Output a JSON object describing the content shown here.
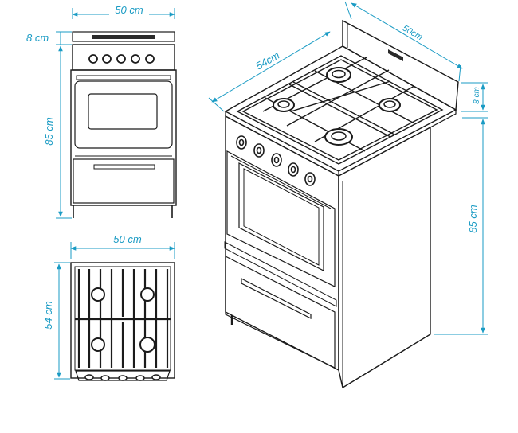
{
  "dimensions": {
    "front_width": "50 cm",
    "top_height": "8 cm",
    "front_height": "85 cm",
    "top_width": "50 cm",
    "top_depth": "54 cm",
    "iso_depth": "54cm",
    "iso_width": "50cm",
    "iso_top_height": "8 cm",
    "iso_height": "85 cm"
  },
  "colors": {
    "dimension": "#1a9bc4",
    "line": "#1b1b1b",
    "background": "#ffffff"
  },
  "views": [
    "front-view",
    "top-view",
    "isometric-view"
  ]
}
